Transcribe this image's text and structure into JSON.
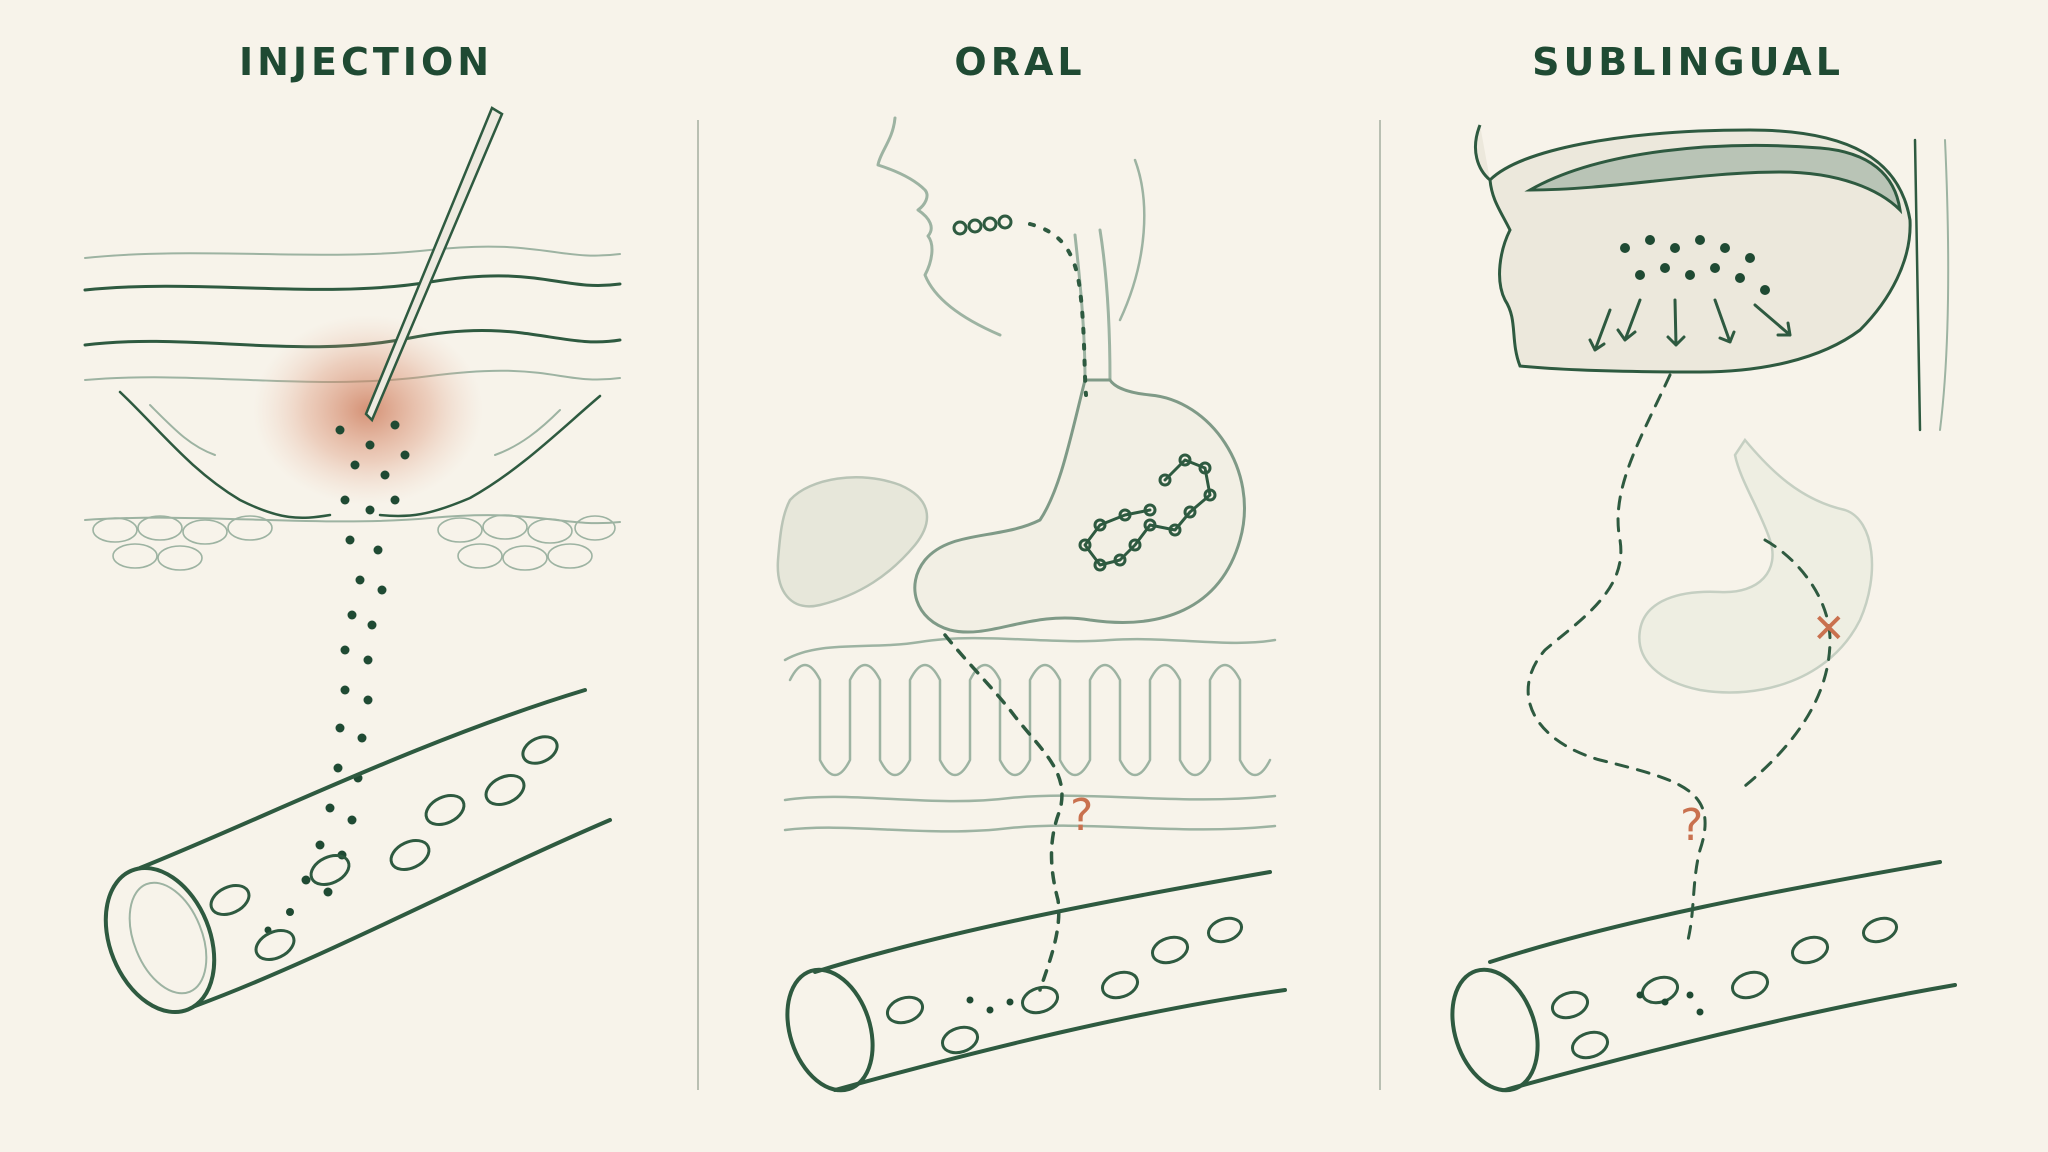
{
  "panels": [
    {
      "id": "injection",
      "title": "INJECTION"
    },
    {
      "id": "oral",
      "title": "ORAL"
    },
    {
      "id": "sublingual",
      "title": "SUBLINGUAL"
    }
  ],
  "markers": {
    "oral_question": "?",
    "sublingual_question": "?",
    "sublingual_cross": "✕"
  },
  "colors": {
    "background": "#f7f3ea",
    "ink": "#2e5a40",
    "title": "#1f4a33",
    "accent": "#c9714f",
    "faint": "#9db3a2"
  }
}
